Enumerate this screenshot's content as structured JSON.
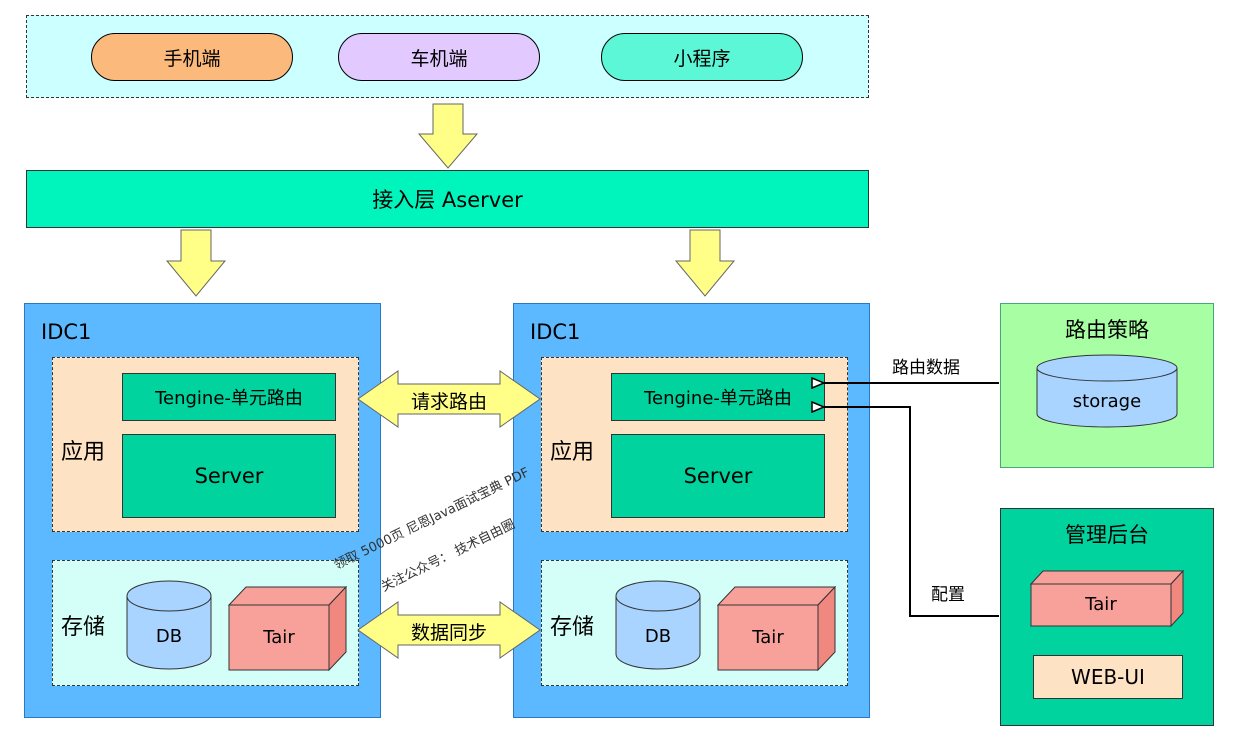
{
  "clients": {
    "items": [
      {
        "label": "手机端",
        "color": "#fbb97c"
      },
      {
        "label": "车机端",
        "color": "#e2c9ff"
      },
      {
        "label": "小程序",
        "color": "#5cf7d6"
      }
    ]
  },
  "access_layer": {
    "label": "接入层 Aserver"
  },
  "idc_left": {
    "title": "IDC1",
    "app_label": "应用",
    "tengine_label": "Tengine-单元路由",
    "server_label": "Server",
    "storage_label": "存储",
    "db_label": "DB",
    "tair_label": "Tair"
  },
  "idc_right": {
    "title": "IDC1",
    "app_label": "应用",
    "tengine_label": "Tengine-单元路由",
    "server_label": "Server",
    "storage_label": "存储",
    "db_label": "DB",
    "tair_label": "Tair"
  },
  "arrows": {
    "request_route": "请求路由",
    "data_sync": "数据同步"
  },
  "routing_policy": {
    "title": "路由策略",
    "storage_label": "storage",
    "edge_label": "路由数据"
  },
  "management": {
    "title": "管理后台",
    "tair_label": "Tair",
    "webui_label": "WEB-UI",
    "edge_label": "配置"
  },
  "watermark": {
    "line1": "领取 5000页 尼恩Java面试宝典 PDF",
    "line2": "关注公众号： 技术自由圈"
  },
  "colors": {
    "arrow_fill": "#ffff88",
    "access": "#00f5bd",
    "idc": "#5cb8ff",
    "component": "#00d39d",
    "db": "#a8d4ff",
    "tair": "#f8a09a"
  }
}
